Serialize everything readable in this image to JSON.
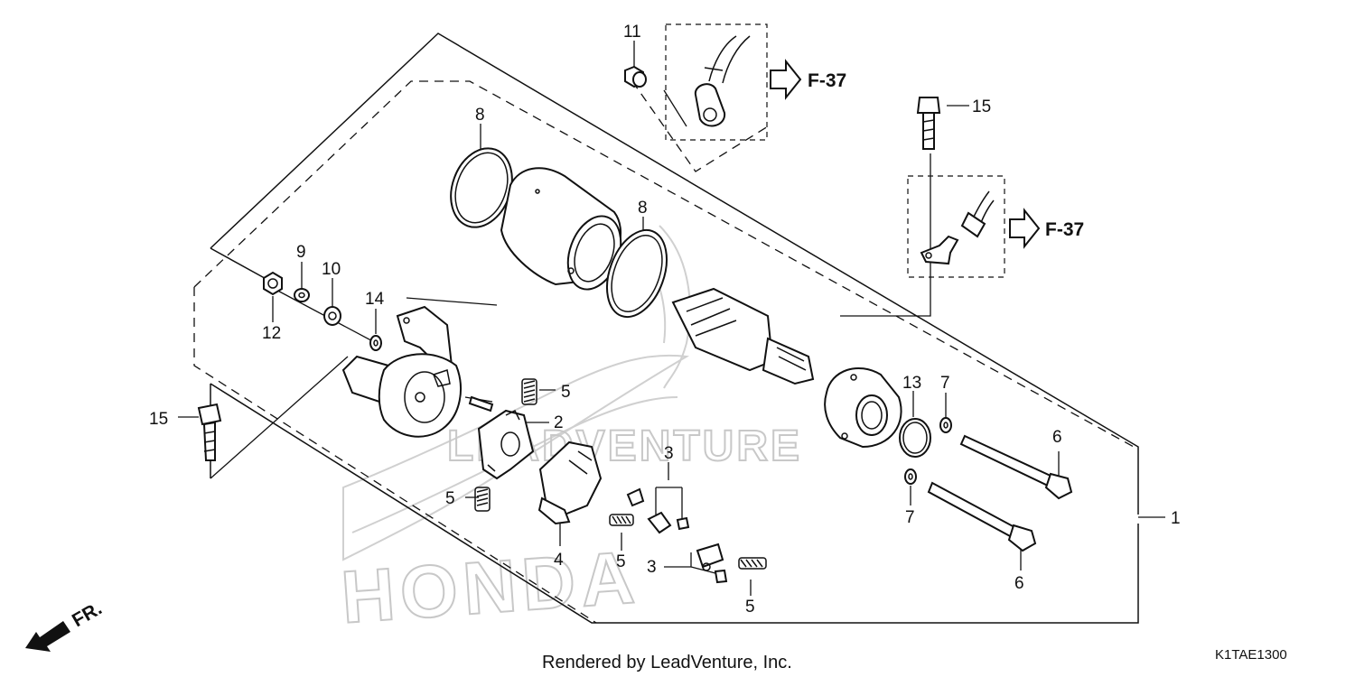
{
  "callouts": {
    "c1": "1",
    "c2": "2",
    "c3a": "3",
    "c3b": "3",
    "c4": "4",
    "c5a": "5",
    "c5b": "5",
    "c5c": "5",
    "c5d": "5",
    "c6a": "6",
    "c6b": "6",
    "c7a": "7",
    "c7b": "7",
    "c8a": "8",
    "c8b": "8",
    "c9": "9",
    "c10": "10",
    "c11": "11",
    "c12": "12",
    "c13": "13",
    "c14": "14",
    "c15a": "15",
    "c15b": "15"
  },
  "references": {
    "ref_top": "F-37",
    "ref_right": "F-37"
  },
  "direction_label": "FR.",
  "footer": {
    "rendered_by": "Rendered by LeadVenture, Inc.",
    "diagram_code": "K1TAE1300"
  },
  "watermark": {
    "brand": "HONDA",
    "text": "LEADVENTURE"
  },
  "colors": {
    "line": "#111111",
    "watermark": "#c8c8c8",
    "background": "#ffffff"
  }
}
